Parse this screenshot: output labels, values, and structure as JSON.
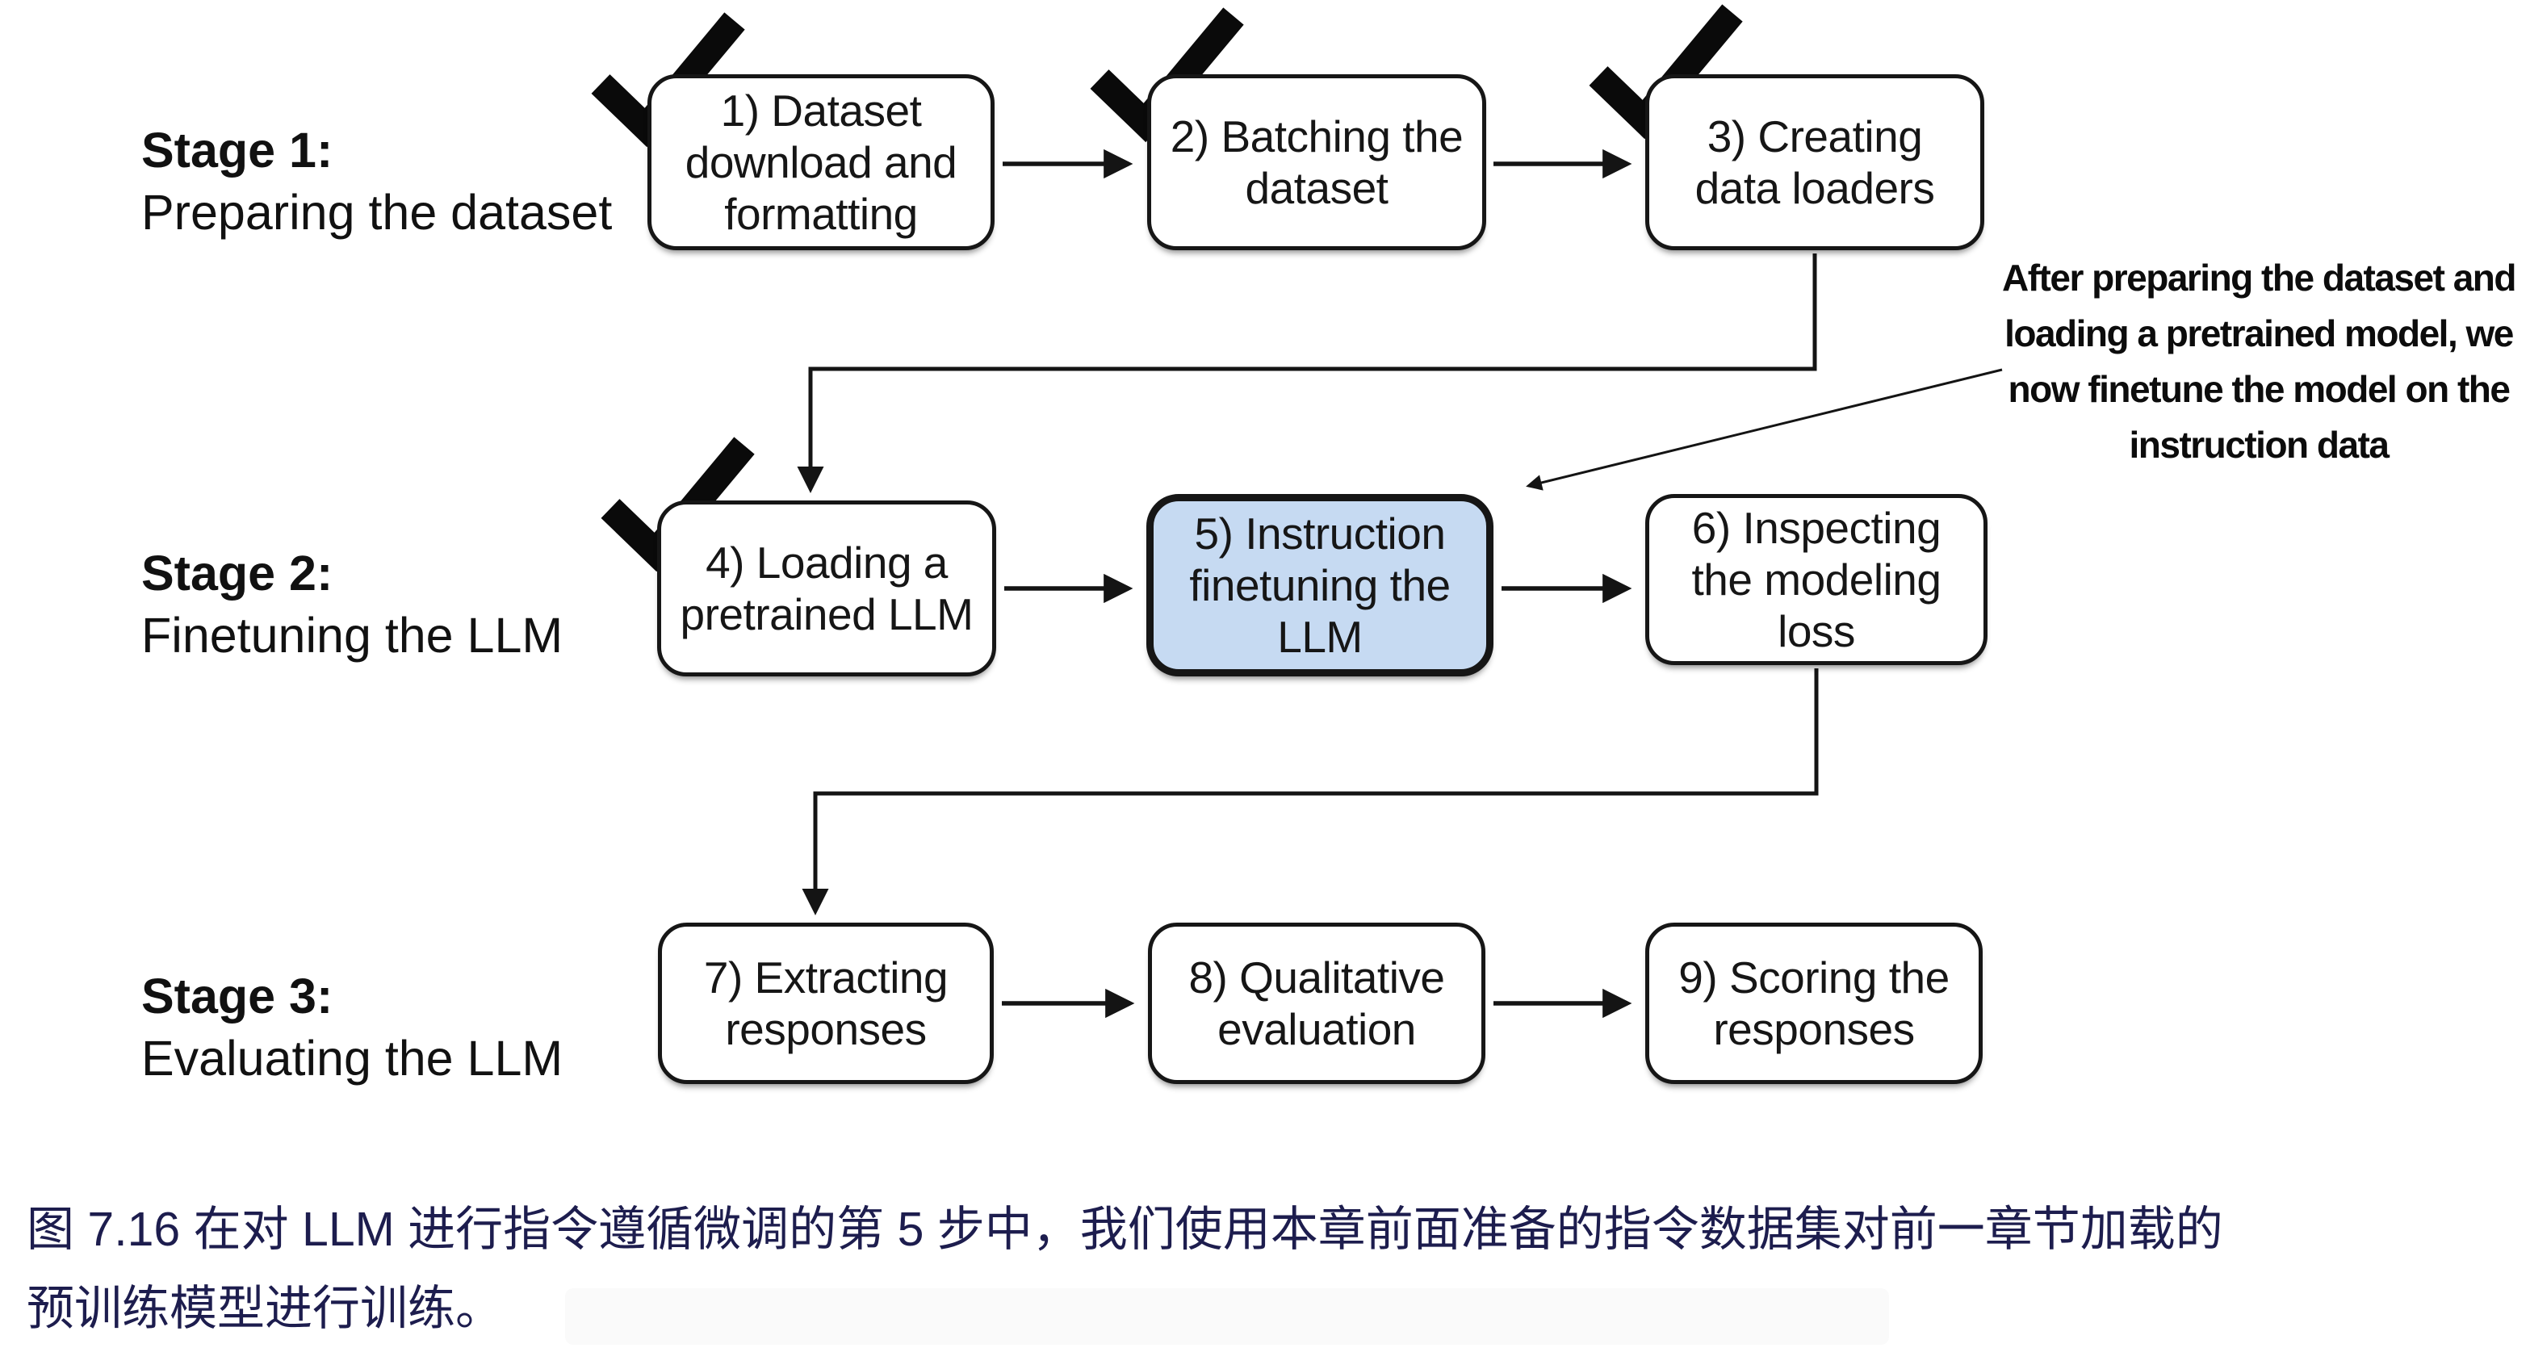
{
  "figure": {
    "stages": [
      {
        "title": "Stage 1:",
        "subtitle": "Preparing the dataset"
      },
      {
        "title": "Stage 2:",
        "subtitle": "Finetuning the LLM"
      },
      {
        "title": "Stage 3:",
        "subtitle": "Evaluating the LLM"
      }
    ],
    "boxes": [
      {
        "label": "1) Dataset download and formatting",
        "checked": true,
        "highlighted": false
      },
      {
        "label": "2) Batching the dataset",
        "checked": true,
        "highlighted": false
      },
      {
        "label": "3) Creating data loaders",
        "checked": true,
        "highlighted": false
      },
      {
        "label": "4) Loading a pretrained LLM",
        "checked": true,
        "highlighted": false
      },
      {
        "label": "5) Instruction finetuning the LLM",
        "checked": false,
        "highlighted": true
      },
      {
        "label": "6) Inspecting the modeling loss",
        "checked": false,
        "highlighted": false
      },
      {
        "label": "7) Extracting responses",
        "checked": false,
        "highlighted": false
      },
      {
        "label": "8) Qualitative evaluation",
        "checked": false,
        "highlighted": false
      },
      {
        "label": "9) Scoring the responses",
        "checked": false,
        "highlighted": false
      }
    ],
    "annotation": {
      "lines": [
        "After preparing the dataset and",
        "loading a pretrained model, we",
        "now finetune the model on the",
        "instruction data"
      ]
    },
    "caption": {
      "line1": "图 7.16 在对 LLM 进行指令遵循微调的第 5 步中，我们使用本章前面准备的指令数据集对前一章节加载的",
      "line2": "预训练模型进行训练。"
    },
    "colors": {
      "highlight_fill": "#c6daf2",
      "box_border": "#161616",
      "line_color": "#141414",
      "caption_color": "#1d1d4e"
    }
  }
}
